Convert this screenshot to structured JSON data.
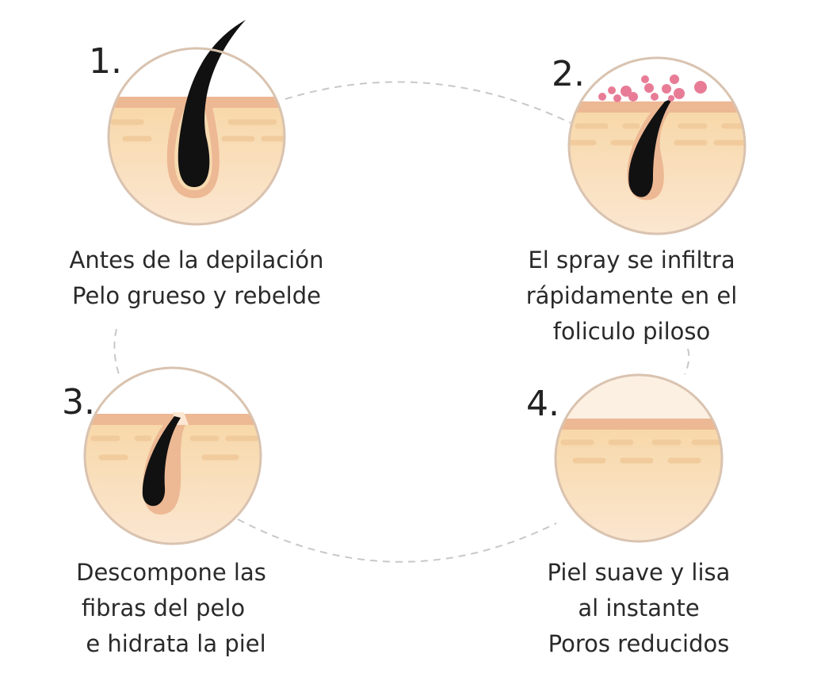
{
  "steps": [
    {
      "number": "1.",
      "caption": [
        "Antes de la depilación",
        "Pelo grueso y rebelde"
      ]
    },
    {
      "number": "2.",
      "caption": [
        "El spray se infiltra",
        "rápidamente en el",
        "foliculo piloso"
      ]
    },
    {
      "number": "3.",
      "caption": [
        "Descompone las",
        "fibras del pelo",
        "e hidrata la piel"
      ]
    },
    {
      "number": "4.",
      "caption": [
        "Piel suave y lisa",
        "al instante",
        "Poros reducidos"
      ]
    }
  ],
  "colors": {
    "skin": "#F8DDB2",
    "band": "#EDB894",
    "hair": "#111111",
    "spray": "#E87C96",
    "ring": "#D9C3B0",
    "dash": "#C8C8C8"
  }
}
